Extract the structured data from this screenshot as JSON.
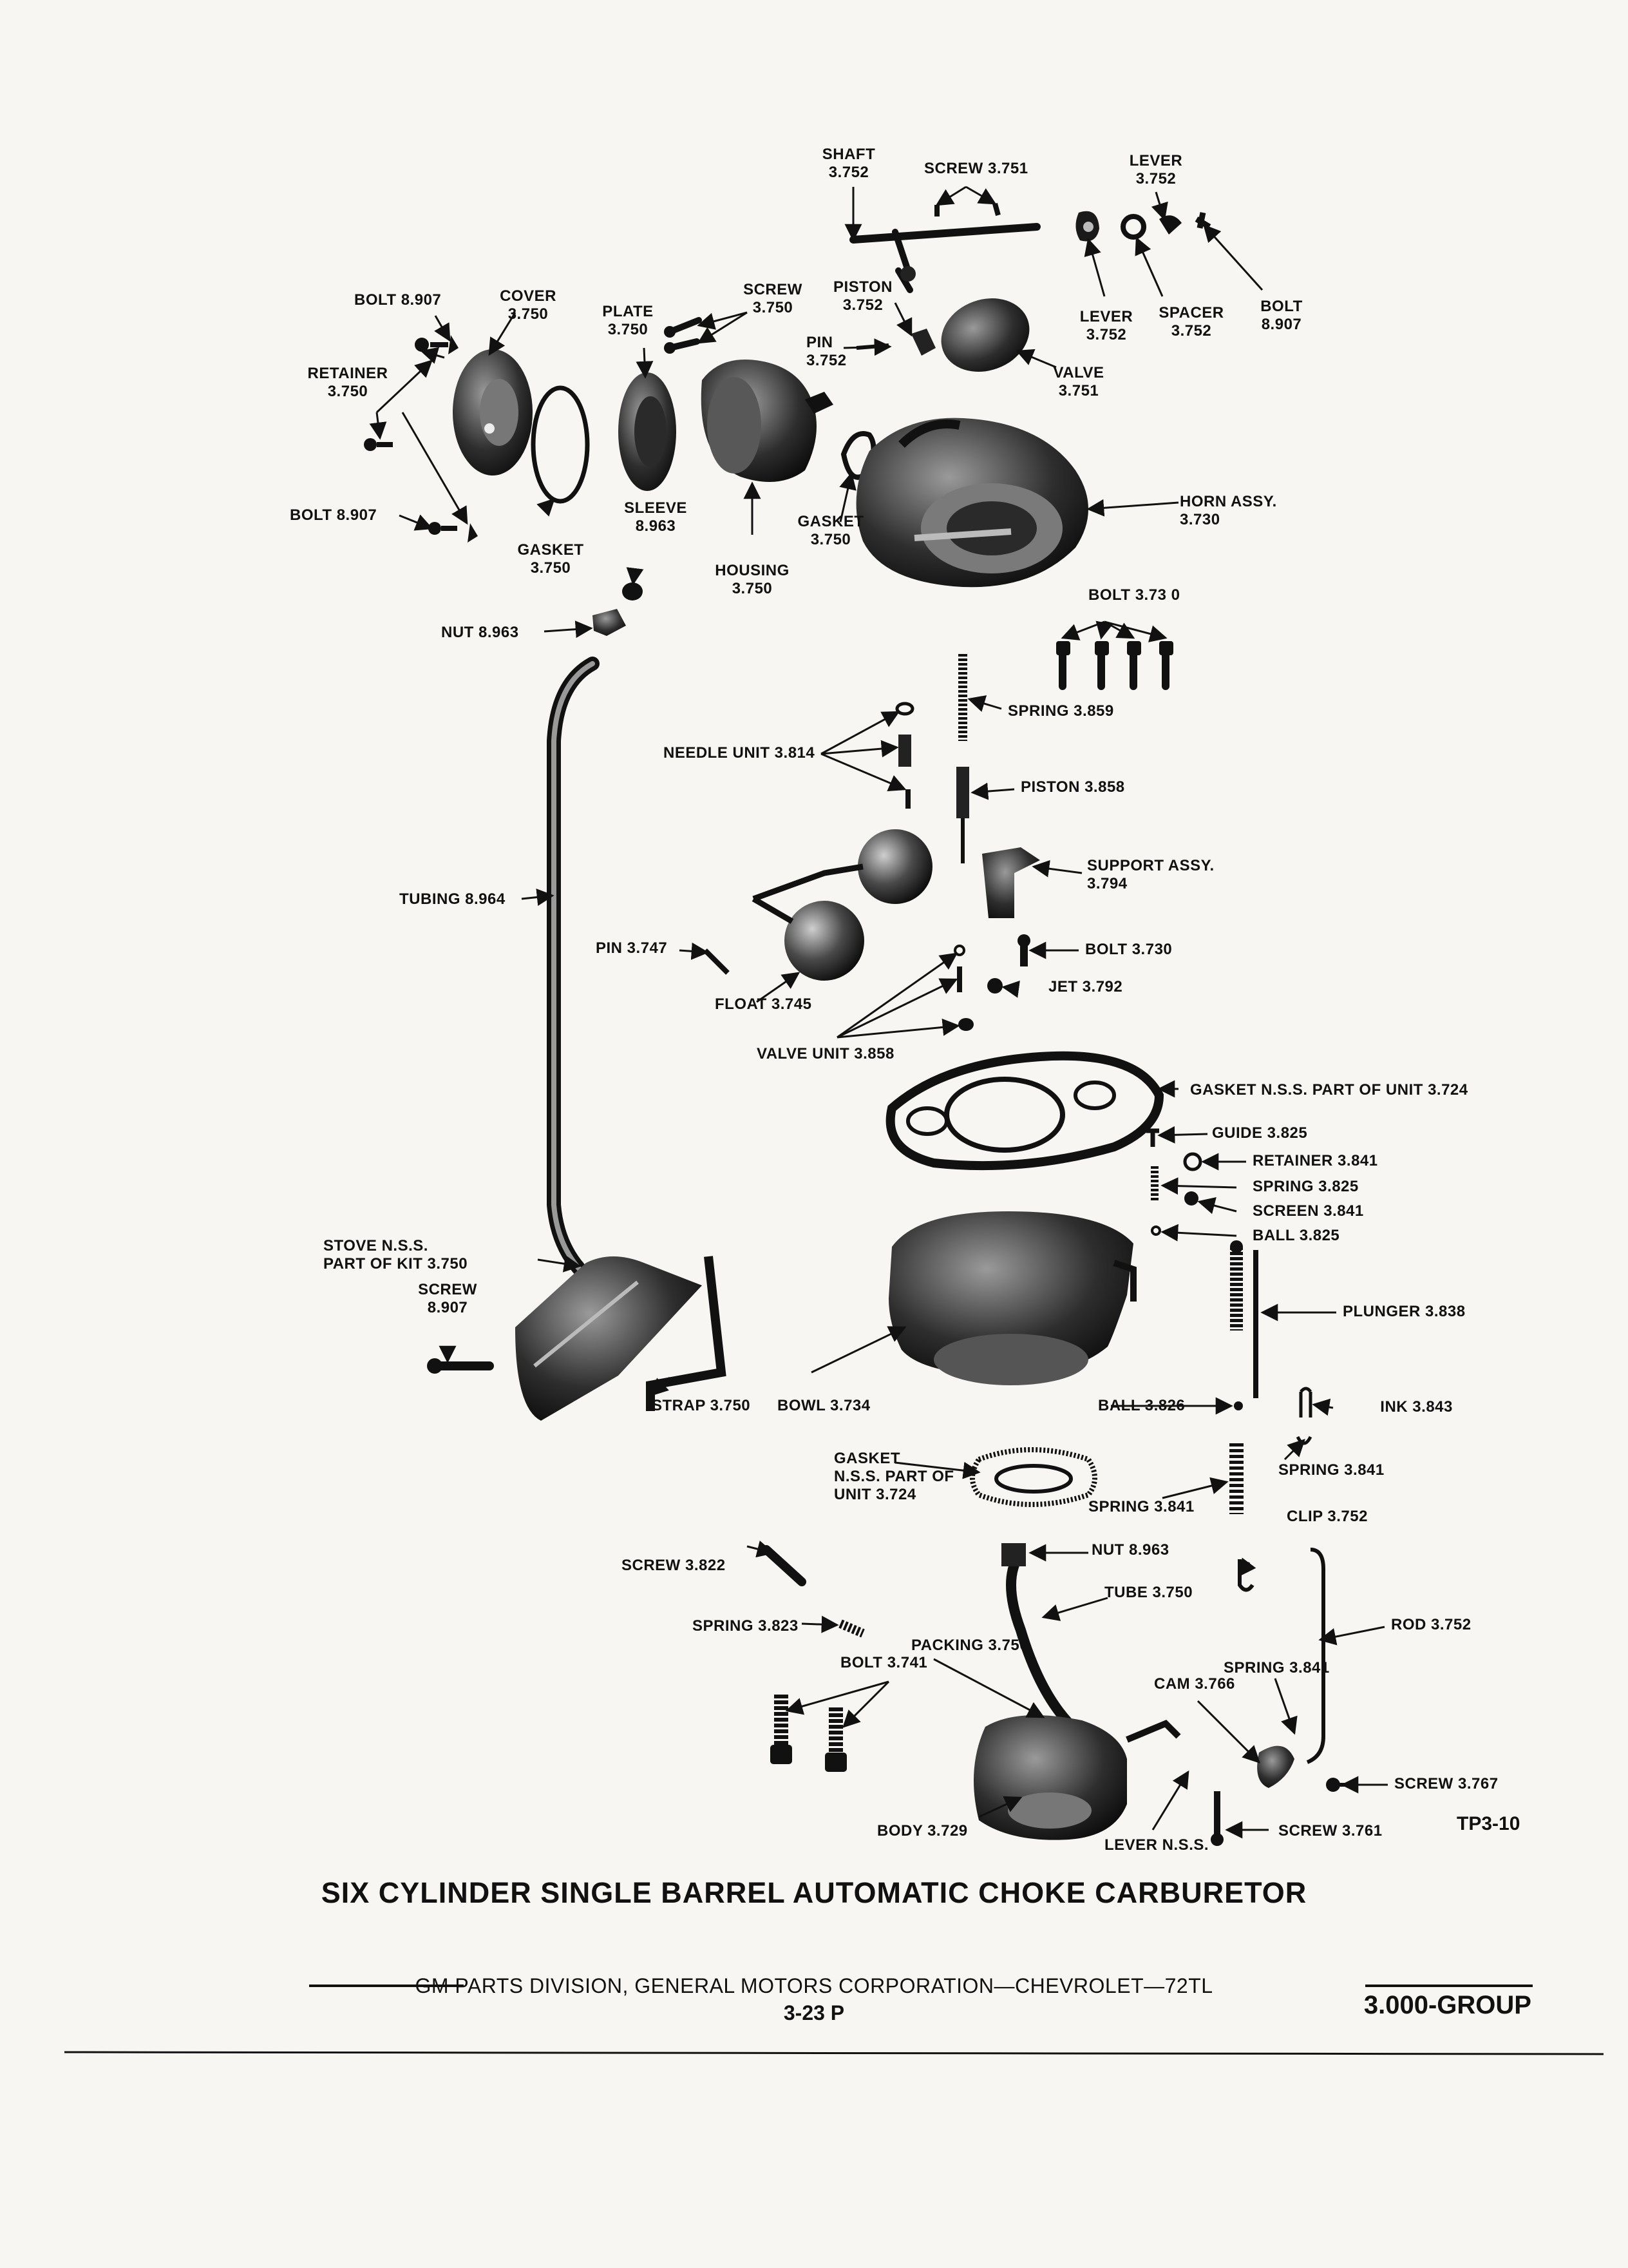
{
  "diagram": {
    "title": "SIX CYLINDER SINGLE BARREL AUTOMATIC CHOKE CARBURETOR",
    "figure_ref": "TP3-10",
    "labels": {
      "shaft": "SHAFT\n3.752",
      "screw_3751": "SCREW 3.751",
      "lever_top": "LEVER\n3.752",
      "lever_mid": "LEVER\n3.752",
      "spacer": "SPACER\n3.752",
      "bolt_8907_top_right": "BOLT\n8.907",
      "bolt_8907_top_left": "BOLT 8.907",
      "cover": "COVER\n3.750",
      "plate": "PLATE\n3.750",
      "screw_3750": "SCREW\n3.750",
      "piston_3752": "PISTON\n3.752",
      "retainer_3750": "RETAINER\n3.750",
      "pin_3752": "PIN\n3.752",
      "valve_3751": "VALVE\n3.751",
      "bolt_8907_left": "BOLT 8.907",
      "gasket_3750_a": "GASKET\n3.750",
      "sleeve": "SLEEVE\n8.963",
      "housing": "HOUSING\n3.750",
      "gasket_3750_b": "GASKET\n3.750",
      "horn_assy": "HORN ASSY.\n3.730",
      "bolt_3730_top": "BOLT 3.73 0",
      "nut_8963_top": "NUT 8.963",
      "spring_3859": "SPRING 3.859",
      "needle_unit": "NEEDLE UNIT 3.814",
      "piston_3858": "PISTON 3.858",
      "support_assy": "SUPPORT ASSY.\n3.794",
      "tubing": "TUBING 8.964",
      "pin_3747": "PIN 3.747",
      "bolt_3730": "BOLT 3.730",
      "jet": "JET 3.792",
      "float": "FLOAT 3.745",
      "valve_unit": "VALVE UNIT 3.858",
      "gasket_nss_top": "GASKET N.S.S. PART OF UNIT 3.724",
      "guide": "GUIDE 3.825",
      "retainer_3841": "RETAINER 3.841",
      "spring_3825": "SPRING 3.825",
      "screen": "SCREEN 3.841",
      "ball_3825": "BALL 3.825",
      "stove": "STOVE N.S.S.\nPART OF KIT 3.750",
      "screw_8907": "SCREW\n8.907",
      "plunger": "PLUNGER 3.838",
      "strap": "STRAP 3.750",
      "bowl": "BOWL 3.734",
      "ball_3826": "BALL 3.826",
      "link": " INK 3.843",
      "gasket_nss_bottom": "GASKET\nN.S.S. PART OF\nUNIT 3.724",
      "spring_3841_right": "SPRING 3.841",
      "spring_3841_mid": "SPRING 3.841",
      "clip": "CLIP 3.752",
      "screw_3822": "SCREW 3.822",
      "nut_8963_bottom": "NUT 8.963",
      "tube": "TUBE 3.750",
      "rod": "ROD 3.752",
      "spring_3823": "SPRING 3.823",
      "packing": "PACKING 3.750",
      "bolt_3741": "BOLT 3.741",
      "spring_3841_lower": "SPRING 3.841",
      "cam": "CAM 3.766",
      "screw_3767": "SCREW 3.767",
      "body": "BODY 3.729",
      "lever_nss": "LEVER N.S.S.",
      "screw_3761": "SCREW 3.761"
    }
  },
  "footer": {
    "publisher": "GM PARTS DIVISION, GENERAL MOTORS CORPORATION—CHEVROLET—72TL",
    "page": "3-23 P",
    "group": "3.000-GROUP"
  }
}
